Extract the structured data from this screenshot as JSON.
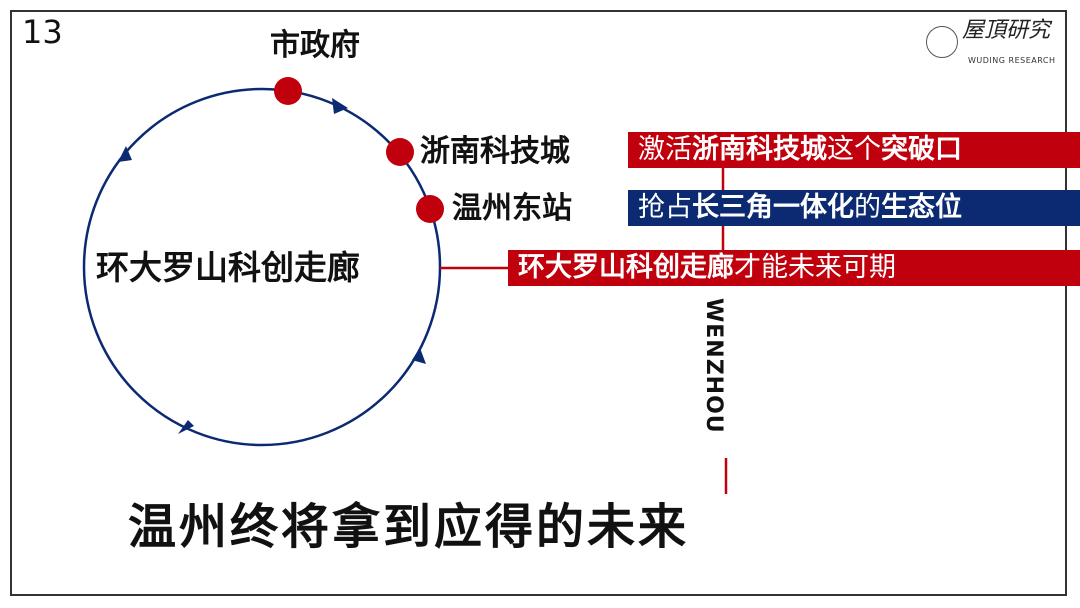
{
  "slide_number": "13",
  "logo": {
    "cn": "屋頂研究",
    "en": "WUDING RESEARCH"
  },
  "circle": {
    "center_label": "环大罗山科创走廊",
    "nodes": [
      "市政府",
      "浙南科技城",
      "温州东站"
    ]
  },
  "banners": [
    {
      "color": "#c0000c",
      "segments": [
        {
          "text": "激活",
          "bold": false
        },
        {
          "text": "浙南科技城",
          "bold": true
        },
        {
          "text": "这个",
          "bold": false
        },
        {
          "text": "突破口",
          "bold": true
        }
      ]
    },
    {
      "color": "#0b2a72",
      "segments": [
        {
          "text": "抢占",
          "bold": false
        },
        {
          "text": "长三角一体化",
          "bold": true
        },
        {
          "text": "的",
          "bold": false
        },
        {
          "text": "生态位",
          "bold": true
        }
      ]
    },
    {
      "color": "#c0000c",
      "segments": [
        {
          "text": "环大罗山科创走廊",
          "bold": true
        },
        {
          "text": "才能未来可期",
          "bold": false
        }
      ]
    }
  ],
  "vertical_text": "WENZHOU",
  "title": "温州终将拿到应得的未来",
  "colors": {
    "red": "#c0000c",
    "navy": "#0b2a72"
  }
}
